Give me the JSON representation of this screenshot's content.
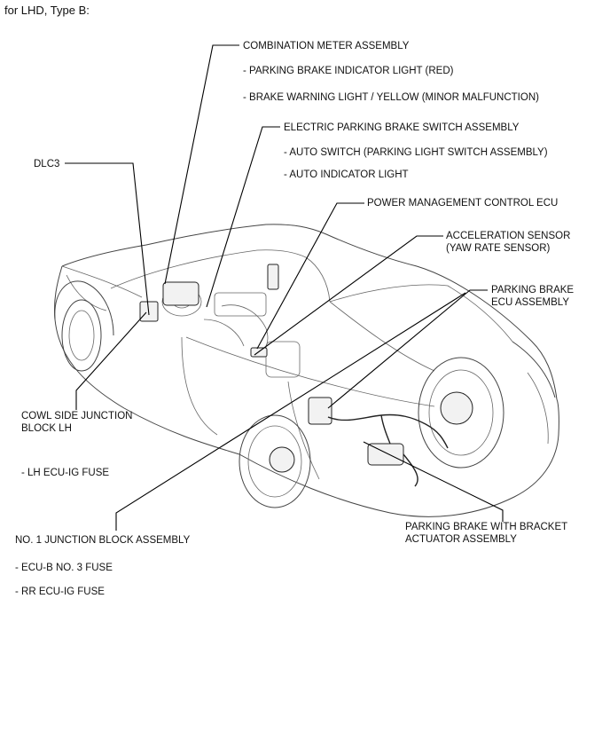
{
  "title": "for LHD, Type B:",
  "labels": {
    "combination_meter": "COMBINATION METER ASSEMBLY",
    "parking_brake_indicator": "- PARKING BRAKE INDICATOR LIGHT (RED)",
    "brake_warning_light": "- BRAKE WARNING LIGHT / YELLOW (MINOR MALFUNCTION)",
    "epb_switch": "ELECTRIC PARKING BRAKE SWITCH ASSEMBLY",
    "auto_switch": "- AUTO SWITCH (PARKING LIGHT SWITCH ASSEMBLY)",
    "auto_indicator": "- AUTO INDICATOR LIGHT",
    "dlc3": "DLC3",
    "power_mgmt_ecu": "POWER MANAGEMENT CONTROL ECU",
    "accel_sensor_line1": "ACCELERATION SENSOR",
    "accel_sensor_line2": "(YAW RATE SENSOR)",
    "pb_ecu_line1": "PARKING BRAKE",
    "pb_ecu_line2": "ECU ASSEMBLY",
    "cowl_jb_line1": "COWL SIDE JUNCTION",
    "cowl_jb_line2": "BLOCK LH",
    "lh_ecu_ig_fuse": "- LH ECU-IG FUSE",
    "pb_actuator_line1": "PARKING BRAKE WITH BRACKET",
    "pb_actuator_line2": "ACTUATOR ASSEMBLY",
    "no1_jb": "NO. 1 JUNCTION BLOCK ASSEMBLY",
    "ecu_b_fuse": "- ECU-B NO. 3 FUSE",
    "rr_ecu_ig_fuse": "- RR ECU-IG FUSE"
  }
}
